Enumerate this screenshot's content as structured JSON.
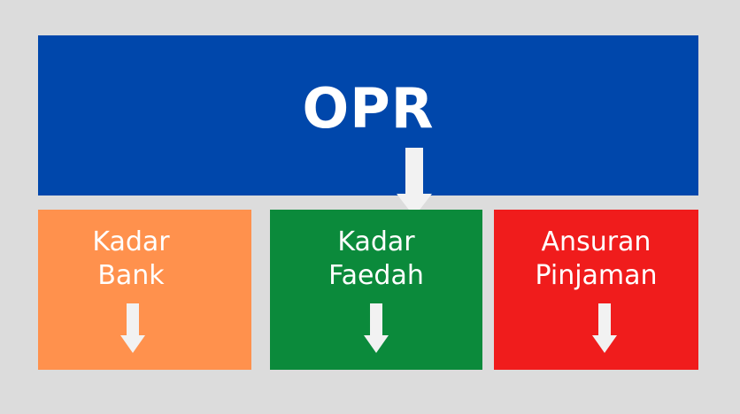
{
  "diagram": {
    "top": {
      "title": "OPR",
      "color": "#0047ab"
    },
    "boxes": [
      {
        "line1": "Kadar",
        "line2": "Bank",
        "color": "#ff914d"
      },
      {
        "line1": "Kadar",
        "line2": "Faedah",
        "color": "#0b8a3b"
      },
      {
        "line1": "Ansuran",
        "line2": "Pinjaman",
        "color": "#f01c1c"
      }
    ],
    "arrow_color": "#f2f2f2",
    "background": "#dcdcdc"
  }
}
